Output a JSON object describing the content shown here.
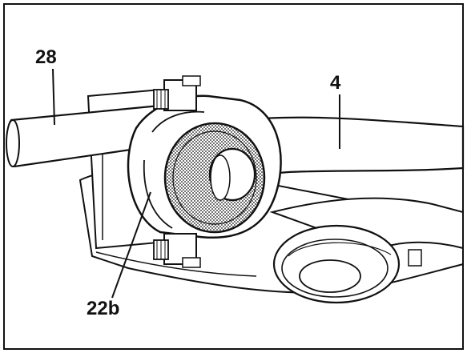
{
  "callouts": {
    "part_28": "28",
    "part_4": "4",
    "part_22b": "22b"
  },
  "colors": {
    "ink": "#111111",
    "paper": "#ffffff",
    "shade": "#777777"
  }
}
